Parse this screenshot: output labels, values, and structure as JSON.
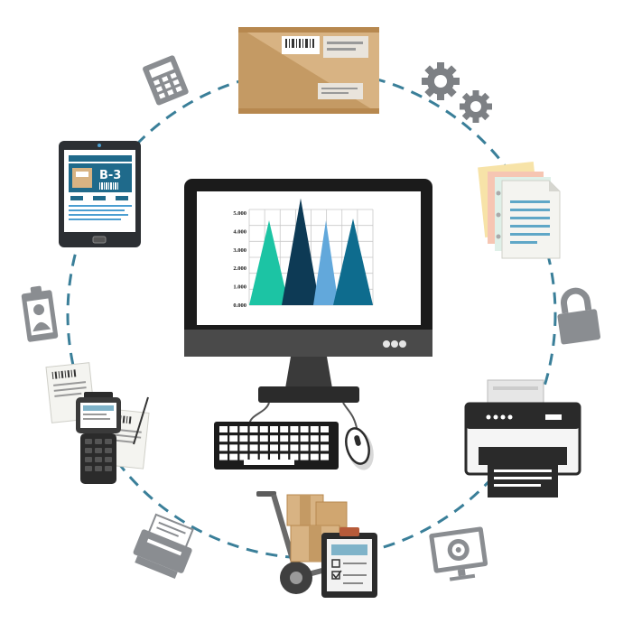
{
  "tablet": {
    "screen_label": "B-3"
  },
  "chart_data": {
    "type": "area",
    "y_tick_labels": [
      "5.000",
      "4.000",
      "3.000",
      "2.000",
      "1.000",
      "0.000"
    ],
    "ylim": [
      0,
      5
    ],
    "grid": true,
    "series": [
      {
        "color": "#1cc4a4",
        "peak": 4.6
      },
      {
        "color": "#0d3a55",
        "peak": 5.8
      },
      {
        "color": "#62a8db",
        "peak": 4.6
      },
      {
        "color": "#0e6c8e",
        "peak": 4.7
      }
    ]
  },
  "icons": [
    "box-icon",
    "calculator-icon",
    "gears-icon",
    "tablet-icon",
    "documents-icon",
    "padlock-icon",
    "id-badge-icon",
    "printer-icon",
    "barcode-scanner-icon",
    "fax-icon",
    "hand-truck-icon",
    "clipboard-icon",
    "cd-monitor-icon",
    "monitor-icon",
    "keyboard-icon",
    "mouse-icon"
  ],
  "colors": {
    "dashed_ring": "#3a7f99",
    "cardboard": "#d8b383",
    "icon_grey": "#8a8d91"
  }
}
